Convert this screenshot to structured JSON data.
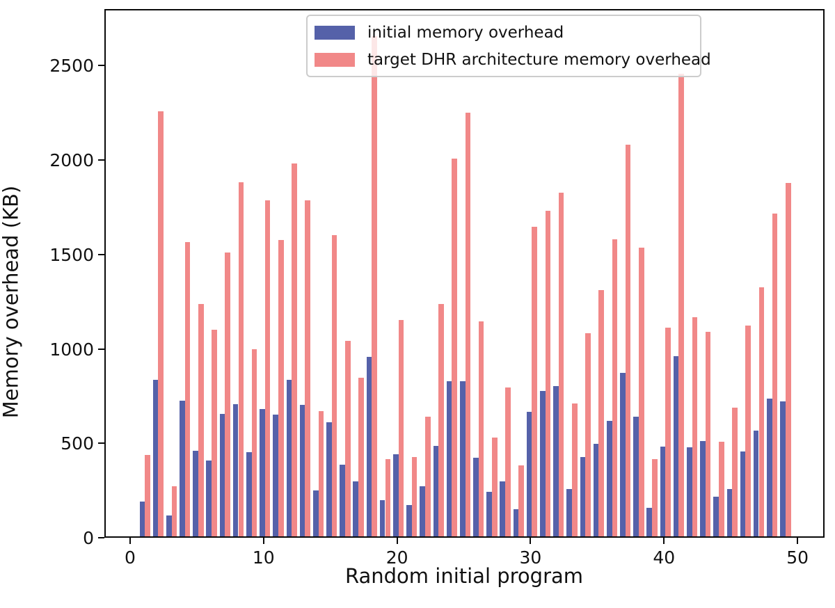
{
  "chart_data": {
    "type": "bar",
    "title": "",
    "xlabel": "Random initial program",
    "ylabel": "Memory overhead (KB)",
    "x": [
      1,
      2,
      3,
      4,
      5,
      6,
      7,
      8,
      9,
      10,
      11,
      12,
      13,
      14,
      15,
      16,
      17,
      18,
      19,
      20,
      21,
      22,
      23,
      24,
      25,
      26,
      27,
      28,
      29,
      30,
      31,
      32,
      33,
      34,
      35,
      36,
      37,
      38,
      39,
      40,
      41,
      42,
      43,
      44,
      45,
      46,
      47,
      48,
      49
    ],
    "series": [
      {
        "name": "initial memory overhead",
        "color": "#5561a9",
        "values": [
          185,
          830,
          110,
          720,
          455,
          400,
          650,
          700,
          445,
          675,
          645,
          830,
          695,
          245,
          605,
          380,
          290,
          950,
          190,
          435,
          165,
          265,
          480,
          820,
          820,
          415,
          235,
          290,
          145,
          660,
          770,
          795,
          250,
          420,
          490,
          610,
          865,
          635,
          150,
          475,
          955,
          470,
          505,
          210,
          250,
          450,
          560,
          730,
          715
        ]
      },
      {
        "name": "target DHR architecture memory overhead",
        "color": "#f18888",
        "values": [
          430,
          2250,
          265,
          1560,
          1230,
          1095,
          1505,
          1875,
          990,
          1780,
          1570,
          1975,
          1780,
          665,
          1595,
          1035,
          840,
          2650,
          410,
          1145,
          420,
          635,
          1230,
          2000,
          2245,
          1140,
          525,
          790,
          375,
          1640,
          1725,
          1820,
          705,
          1075,
          1305,
          1575,
          2075,
          1530,
          410,
          1105,
          2450,
          1160,
          1085,
          500,
          680,
          1115,
          1320,
          1710,
          1870
        ]
      }
    ],
    "bar_width_units": 0.4,
    "xticks": [
      0,
      10,
      20,
      30,
      40,
      50
    ],
    "yticks": [
      0,
      500,
      1000,
      1500,
      2000,
      2500
    ],
    "xlim": [
      -1.93,
      52.03
    ],
    "ylim": [
      0,
      2800
    ],
    "legend_position": "upper center",
    "grid": false,
    "spine_color": "#0a0a0a"
  }
}
